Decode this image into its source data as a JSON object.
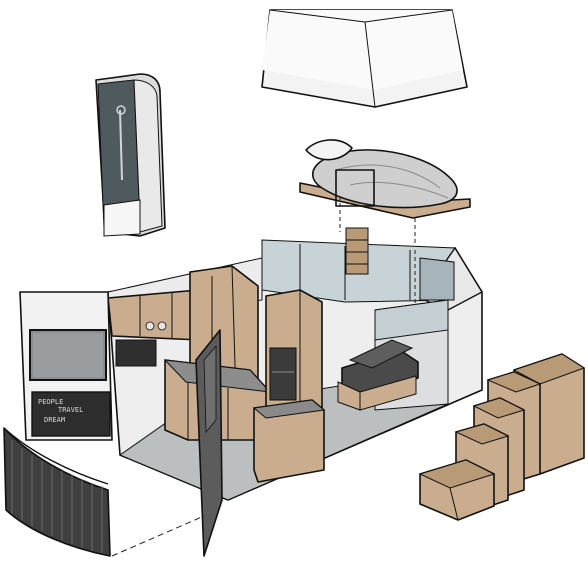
{
  "scene": {
    "chalkboard_lines": [
      "PEOPLE",
      "TRAVEL",
      "DREAM"
    ],
    "colors": {
      "outline": "#111111",
      "wood": "#c9ad8e",
      "wood_dark": "#a88a6b",
      "floor": "#b9bcbd",
      "wall_light": "#f1f1f1",
      "glass": "#c8d3d8",
      "cushion": "#5a5a5a",
      "appliance": "#3b3b3b",
      "door": "#5c5c5c",
      "fabric": "#4a4a4a",
      "bedding": "#cfcfcf"
    },
    "icons": [
      "loft-bed",
      "roof-cap",
      "shower-unit",
      "staircase-storage",
      "curtain-panel",
      "chalkboard"
    ]
  }
}
